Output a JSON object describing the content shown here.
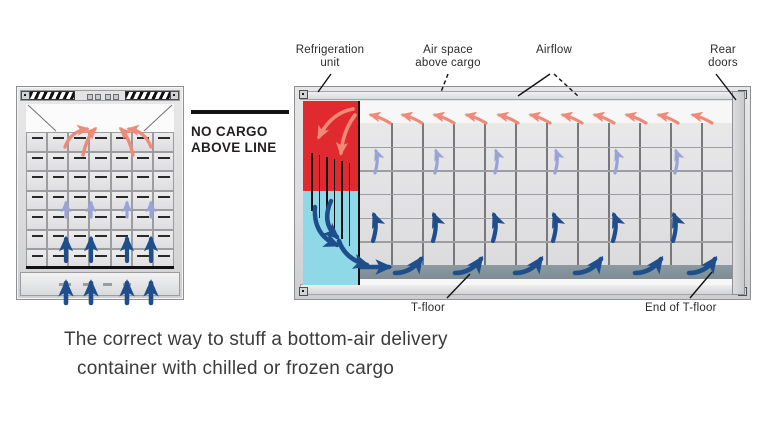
{
  "figure": {
    "caption_line1": "The correct way to stuff a bottom-air delivery",
    "caption_line2": "container with chilled or frozen cargo"
  },
  "center_note": {
    "line1": "NO CARGO",
    "line2": "ABOVE LINE"
  },
  "labels": {
    "refrigeration_unit_l1": "Refrigeration",
    "refrigeration_unit_l2": "unit",
    "air_space_l1": "Air space",
    "air_space_l2": "above cargo",
    "airflow": "Airflow",
    "rear_doors_l1": "Rear",
    "rear_doors_l2": "doors",
    "t_floor": "T-floor",
    "end_of_t_floor": "End of T-floor"
  },
  "colors": {
    "warm_air": "#ef8a78",
    "warm_unit": "#e12a2f",
    "cool_unit": "#8fd8e8",
    "mid_air": "#9aa3d8",
    "cold_air": "#1f4e8c",
    "cargo_fill": "#e3e3e5",
    "t_floor": "#86949b",
    "frame": "#8e9093",
    "text": "#2b2b2b"
  },
  "left_view": {
    "name": "cross-section",
    "cargo_columns": 7,
    "cargo_rows": 7,
    "floor_line": true,
    "arrows": {
      "warm_return_count": 4,
      "mid_rise_count": 4,
      "cold_up_count": 4,
      "cold_bottom_count": 4
    }
  },
  "right_view": {
    "name": "longitudinal-section",
    "cargo_columns": 12,
    "cargo_rows": 6,
    "reefer_unit": {
      "hot_section": "red",
      "cold_section": "cyan",
      "coil_lines": 6
    },
    "arrows": {
      "warm_top_count": 11,
      "mid_count": 6,
      "cold_rise_count": 6,
      "floor_count": 7
    }
  }
}
